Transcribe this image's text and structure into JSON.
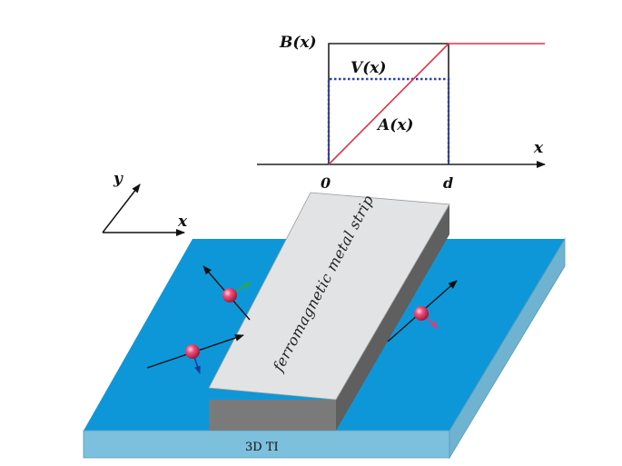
{
  "plot": {
    "b_label": "B(x)",
    "v_label": "V(x)",
    "a_label": "A(x)",
    "x_label": "x",
    "tick_zero": "0",
    "tick_d": "d",
    "colors": {
      "field": "#e0314a",
      "potential": "#2a3fb0",
      "axis": "#222222"
    }
  },
  "axes_icon": {
    "y_label": "y",
    "x_label": "x"
  },
  "strip": {
    "label": "ferromagnetic metal strip"
  },
  "substrate": {
    "label": "3D TI",
    "colors": {
      "top": "#0e97d8",
      "side": "#7cc0dd",
      "strip_top": "#e2e3e4",
      "strip_side": "#6e6e6e"
    }
  },
  "electrons": [
    {
      "name": "electron-upper-left",
      "spin_color": "#2aa84a"
    },
    {
      "name": "electron-lower-left",
      "spin_color": "#1c3a9e"
    },
    {
      "name": "electron-right",
      "spin_color": "#d6407a"
    }
  ]
}
